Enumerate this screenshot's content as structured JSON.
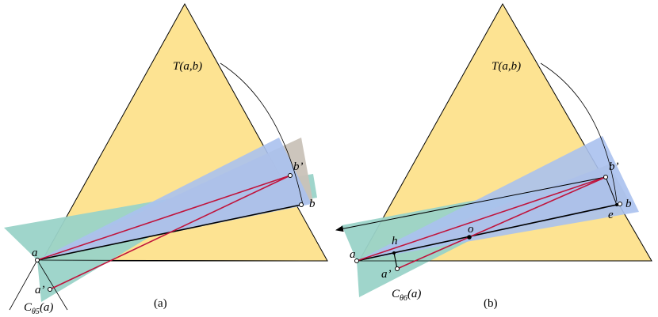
{
  "colors": {
    "triangle_fill": "#fde392",
    "cone_teal": "#9ad3c8",
    "cone_blue": "#aac1ee",
    "cone_gray": "#c9c2b8",
    "segment_red": "#c0143c",
    "segment_black": "#000000"
  },
  "panel_a": {
    "label_T": "T(a,b)",
    "label_b_prime": "b’",
    "label_b": "b",
    "label_a": "a",
    "label_a_prime": "a’",
    "cone_label_main": "C",
    "cone_label_sub": "θ5",
    "cone_label_arg": "(a)",
    "caption": "(a)"
  },
  "panel_b": {
    "label_T": "T(a,b)",
    "label_b_prime": "b’",
    "label_b": "b",
    "label_e": "e",
    "label_o": "o",
    "label_h": "h",
    "label_a": "a",
    "label_a_prime": "a’",
    "cone_label_main": "C",
    "cone_label_sub": "θ6",
    "cone_label_arg": "(a)",
    "caption": "(b)"
  }
}
